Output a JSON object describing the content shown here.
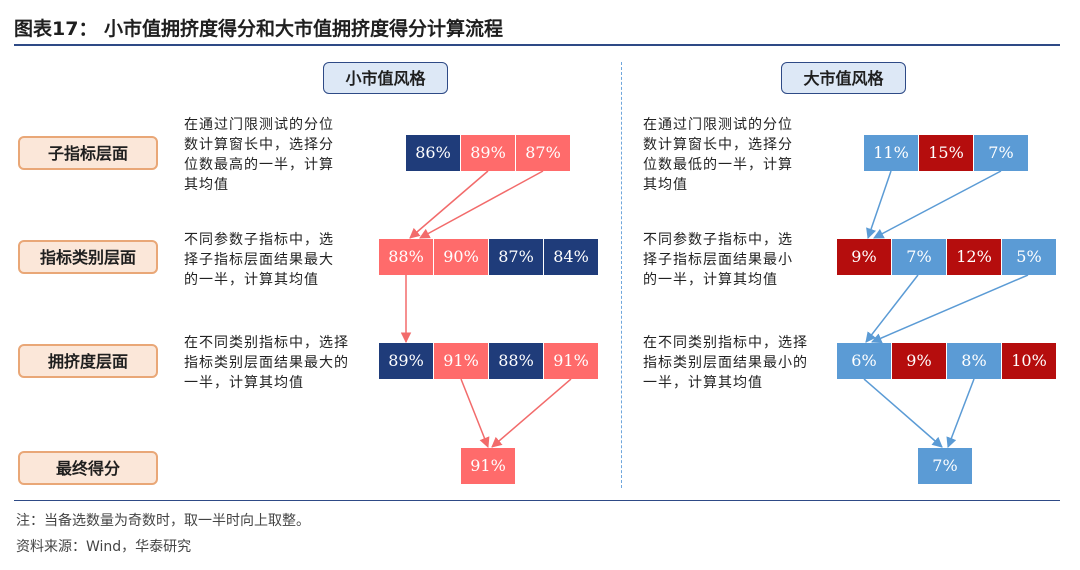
{
  "title": "图表17： 小市值拥挤度得分和大市值拥挤度得分计算流程",
  "colors": {
    "rule": "#2e4a86",
    "small_dark": "#1f3c7a",
    "small_light": "#ff6b6b",
    "large_dark": "#b50d0d",
    "large_light": "#5b9bd5",
    "arrow_small": "#f26b6b",
    "arrow_large": "#5b9bd5"
  },
  "styles": {
    "small": "小市值风格",
    "large": "大市值风格"
  },
  "levels": [
    "子指标层面",
    "指标类别层面",
    "拥挤度层面",
    "最终得分"
  ],
  "desc_small": [
    [
      "在通过门限测试的分位",
      "数计算窗长中，选择分",
      "位数最高的一半，计算",
      "其均值"
    ],
    [
      "不同参数子指标中，选",
      "择子指标层面结果最大",
      "的一半，计算其均值"
    ],
    [
      "在不同类别指标中，选择",
      "指标类别层面结果最大的",
      "一半，计算其均值"
    ]
  ],
  "desc_large": [
    [
      "在通过门限测试的分位",
      "数计算窗长中，选择分",
      "位数最低的一半，计算",
      "其均值"
    ],
    [
      "不同参数子指标中，选",
      "择子指标层面结果最小",
      "的一半，计算其均值"
    ],
    [
      "在不同类别指标中，选择",
      "指标类别层面结果最小的",
      "一半，计算其均值"
    ]
  ],
  "small": {
    "sub": [
      {
        "v": "86%",
        "c": "dark"
      },
      {
        "v": "89%",
        "c": "light"
      },
      {
        "v": "87%",
        "c": "light"
      }
    ],
    "category": [
      {
        "v": "88%",
        "c": "light"
      },
      {
        "v": "90%",
        "c": "light"
      },
      {
        "v": "87%",
        "c": "dark"
      },
      {
        "v": "84%",
        "c": "dark"
      }
    ],
    "crowd": [
      {
        "v": "89%",
        "c": "dark"
      },
      {
        "v": "91%",
        "c": "light"
      },
      {
        "v": "88%",
        "c": "dark"
      },
      {
        "v": "91%",
        "c": "light"
      }
    ],
    "final": [
      {
        "v": "91%",
        "c": "light"
      }
    ]
  },
  "large": {
    "sub": [
      {
        "v": "11%",
        "c": "light"
      },
      {
        "v": "15%",
        "c": "dark"
      },
      {
        "v": "7%",
        "c": "light"
      }
    ],
    "category": [
      {
        "v": "9%",
        "c": "dark"
      },
      {
        "v": "7%",
        "c": "light"
      },
      {
        "v": "12%",
        "c": "dark"
      },
      {
        "v": "5%",
        "c": "light"
      }
    ],
    "crowd": [
      {
        "v": "6%",
        "c": "light"
      },
      {
        "v": "9%",
        "c": "dark"
      },
      {
        "v": "8%",
        "c": "light"
      },
      {
        "v": "10%",
        "c": "dark"
      }
    ],
    "final": [
      {
        "v": "7%",
        "c": "light"
      }
    ]
  },
  "notes": {
    "note": "注：当备选数量为奇数时，取一半时向上取整。",
    "source": "资料来源：Wind，华泰研究"
  }
}
